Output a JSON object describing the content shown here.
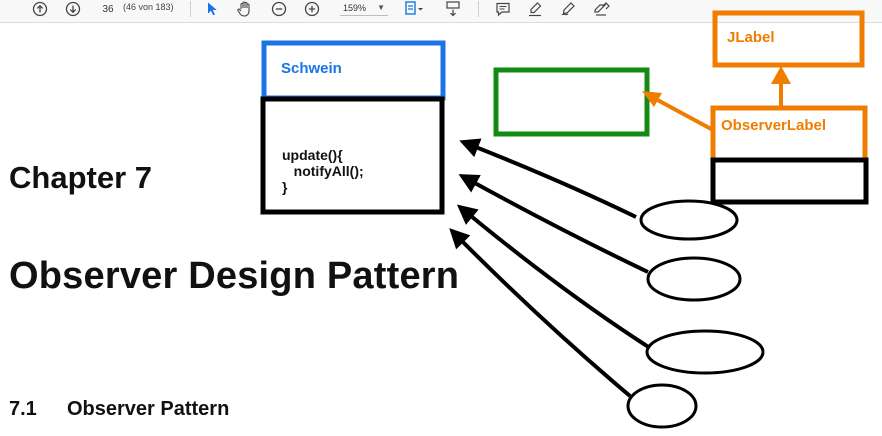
{
  "toolbar": {
    "page_number": "36",
    "page_count": "(46 von 183)",
    "zoom": "159%",
    "icons": [
      "page-up-icon",
      "page-down-icon",
      "select-arrow-icon",
      "hand-icon",
      "zoom-out-icon",
      "zoom-in-icon",
      "fit-page-icon",
      "scroll-mode-icon",
      "comment-icon",
      "highlight-icon",
      "draw-icon",
      "stamp-icon"
    ]
  },
  "document": {
    "chapter": "Chapter 7",
    "title": "Observer Design Pattern",
    "section_number": "7.1",
    "section_title": "Observer Pattern"
  },
  "diagram": {
    "schwein": "Schwein",
    "code": "update(){\n   notifyAll();\n}",
    "jlabel": "JLabel",
    "observer_label": "ObserverLabel"
  },
  "colors": {
    "blue": "#1a74e8",
    "green": "#138a13",
    "orange": "#f07d00",
    "black": "#000000"
  }
}
